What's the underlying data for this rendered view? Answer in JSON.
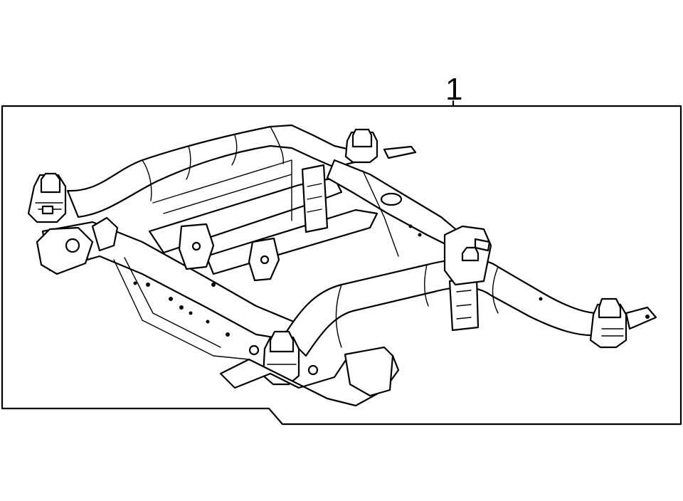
{
  "callout": {
    "label": "1"
  },
  "colors": {
    "line": "#000000",
    "background": "#ffffff"
  },
  "parts": [
    {
      "name": "subframe-assembly",
      "callout": "1"
    }
  ]
}
